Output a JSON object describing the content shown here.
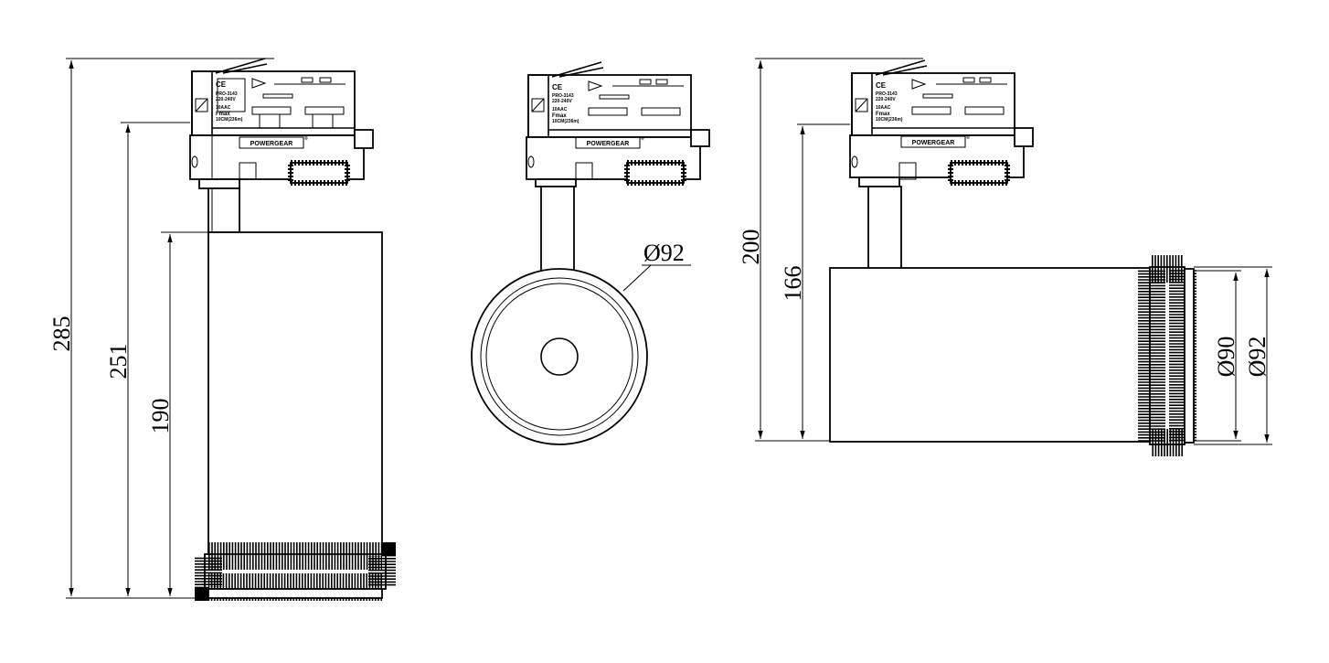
{
  "drawing": {
    "units": "mm",
    "colors": {
      "line": "#000000",
      "background": "#ffffff"
    },
    "brand_label": "POWERGEAR",
    "brand_mark": "®",
    "label_lines": [
      "CE",
      "PRO-3143",
      "220-240V",
      "10AAC",
      "Fmax",
      "10CM(236m)"
    ],
    "front_view": {
      "dimensions": [
        {
          "id": "overall_height",
          "value": "285"
        },
        {
          "id": "arm_to_base",
          "value": "251"
        },
        {
          "id": "body_length",
          "value": "190"
        }
      ]
    },
    "end_view": {
      "dimensions": [
        {
          "id": "outer_diameter",
          "value": "Ø92"
        }
      ]
    },
    "side_view": {
      "dimensions": [
        {
          "id": "overall_height",
          "value": "200"
        },
        {
          "id": "arm_height",
          "value": "166"
        },
        {
          "id": "inner_diameter",
          "value": "Ø90"
        },
        {
          "id": "outer_diameter",
          "value": "Ø92"
        }
      ]
    }
  }
}
